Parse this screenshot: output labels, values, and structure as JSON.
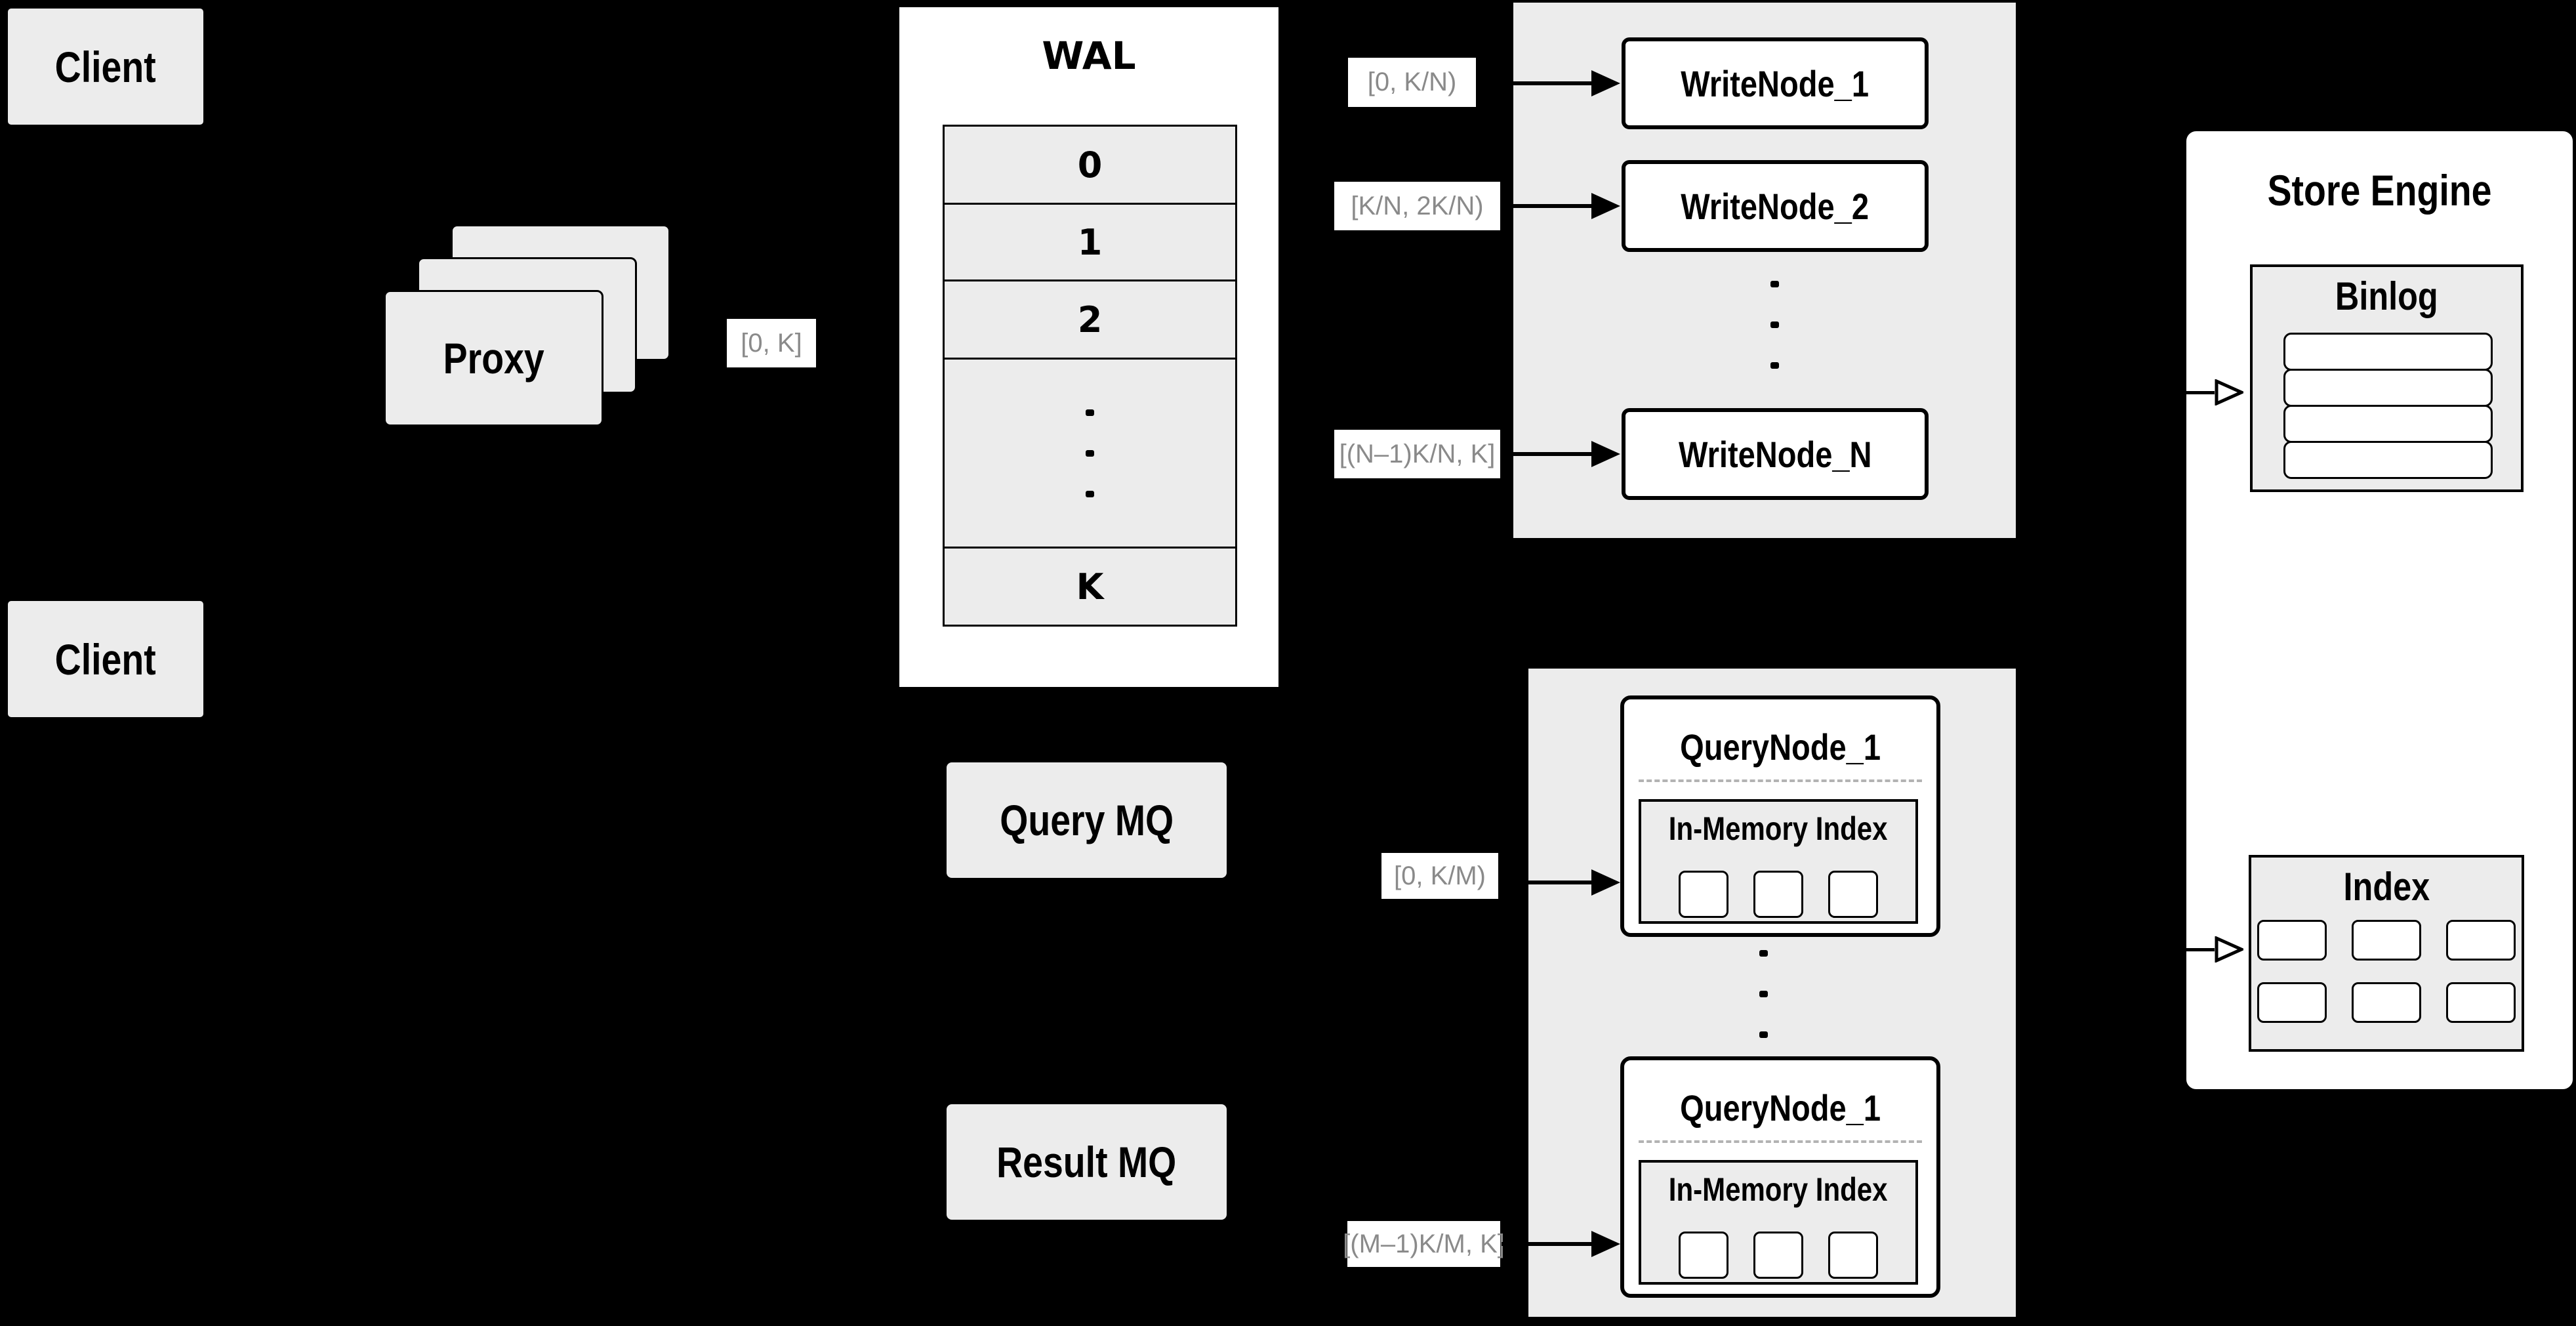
{
  "colors": {
    "background": "#000000",
    "panel_gray": "#ececec",
    "box_white": "#ffffff",
    "border_black": "#000000",
    "range_label_text": "#8a8a8a",
    "dashed_divider": "#b3b3b3"
  },
  "clients": {
    "top": "Client",
    "bottom": "Client"
  },
  "proxy": {
    "label": "Proxy"
  },
  "wal": {
    "title": "WAL",
    "rows": [
      "0",
      "1",
      "2",
      "K"
    ]
  },
  "range_labels": {
    "proxy_wal": "[0, K]",
    "write_1": "[0, K/N)",
    "write_2": "[K/N, 2K/N)",
    "write_n": "[(N–1)K/N, K]",
    "query_1": "[0, K/M)",
    "query_m": "[(M–1)K/M, K]"
  },
  "write_group": {
    "nodes": [
      "WriteNode_1",
      "WriteNode_2",
      "WriteNode_N"
    ]
  },
  "mq": {
    "query": "Query MQ",
    "result": "Result MQ"
  },
  "query_group": {
    "nodes": [
      {
        "title": "QueryNode_1",
        "inner_title": "In-Memory Index"
      },
      {
        "title": "QueryNode_1",
        "inner_title": "In-Memory Index"
      }
    ]
  },
  "store_engine": {
    "title": "Store Engine",
    "binlog": {
      "title": "Binlog",
      "row_count": 4
    },
    "index": {
      "title": "Index",
      "cell_count": 6
    }
  }
}
